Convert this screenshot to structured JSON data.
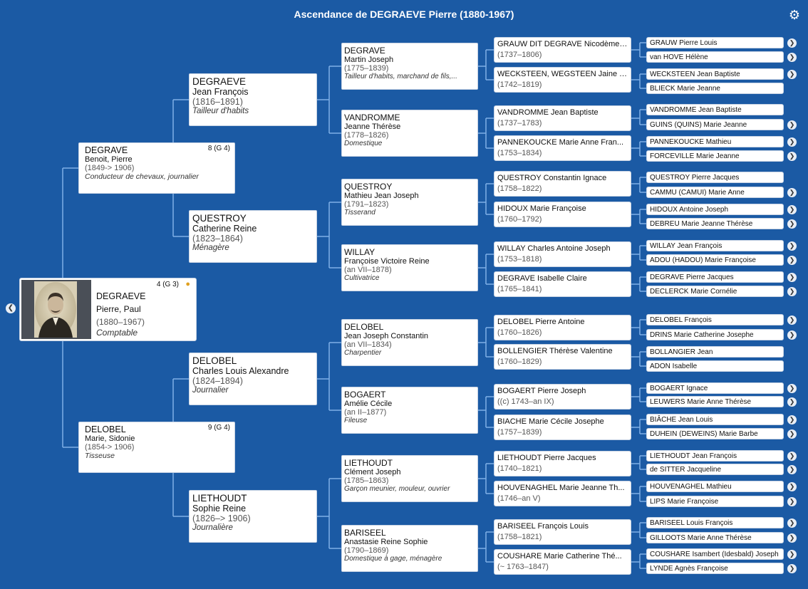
{
  "title": "Ascendance de DEGRAEVE Pierre (1880-1967)",
  "icons": {
    "settings": "gear-icon",
    "back": "chevron-left-icon",
    "expand": "chevron-right-icon",
    "photo_badge": "person-icon"
  },
  "colors": {
    "background": "#1b5aa4",
    "box": "#ffffff",
    "line": "#7fb0e6"
  },
  "root": {
    "number": "4 (G 3)",
    "surname": "DEGRAEVE",
    "given": "Pierre, Paul",
    "dates": "(1880–1967)",
    "occupation": "Comptable"
  },
  "gen1": [
    {
      "number": "8 (G 4)",
      "surname": "DEGRAVE",
      "given": "Benoit, Pierre",
      "dates": "(1849-> 1906)",
      "occupation": "Conducteur de chevaux, journalier"
    },
    {
      "number": "9 (G 4)",
      "surname": "DELOBEL",
      "given": "Marie, Sidonie",
      "dates": "(1854-> 1906)",
      "occupation": "Tisseuse"
    }
  ],
  "gen2": [
    {
      "surname": "DEGRAEVE",
      "given": "Jean François",
      "dates": "(1816–1891)",
      "occupation": "Tailleur d'habits"
    },
    {
      "surname": "QUESTROY",
      "given": "Catherine Reine",
      "dates": "(1823–1864)",
      "occupation": "Ménagère"
    },
    {
      "surname": "DELOBEL",
      "given": "Charles Louis Alexandre",
      "dates": "(1824–1894)",
      "occupation": "Journalier"
    },
    {
      "surname": "LIETHOUDT",
      "given": "Sophie Reine",
      "dates": "(1826–> 1906)",
      "occupation": "Journalière"
    }
  ],
  "gen3": [
    {
      "surname": "DEGRAVE",
      "given": "Martin Joseph",
      "dates": "(1775–1839)",
      "occupation": "Tailleur d'habits, marchand de fils,..."
    },
    {
      "surname": "VANDROMME",
      "given": "Jeanne Thérèse",
      "dates": "(1778–1826)",
      "occupation": "Domestique"
    },
    {
      "surname": "QUESTROY",
      "given": "Mathieu Jean Joseph",
      "dates": "(1791–1823)",
      "occupation": "Tisserand"
    },
    {
      "surname": "WILLAY",
      "given": "Françoise Victoire Reine",
      "dates": "(an VII–1878)",
      "occupation": "Cultivatrice"
    },
    {
      "surname": "DELOBEL",
      "given": "Jean Joseph Constantin",
      "dates": "(an VII–1834)",
      "occupation": "Charpentier"
    },
    {
      "surname": "BOGAERT",
      "given": "Amélie Cécile",
      "dates": "(an II–1877)",
      "occupation": "Fileuse"
    },
    {
      "surname": "LIETHOUDT",
      "given": "Clément Joseph",
      "dates": "(1785–1863)",
      "occupation": "Garçon meunier, mouleur, ouvrier"
    },
    {
      "surname": "BARISEEL",
      "given": "Anastasie Reine Sophie",
      "dates": "(1790–1869)",
      "occupation": "Domestique à gage, ménagère"
    }
  ],
  "gen4": [
    {
      "name": "GRAUW DIT DEGRAVE Nicodème ...",
      "dates": "(1737–1806)"
    },
    {
      "name": "WECKSTEEN, WEGSTEEN Jaine Th...",
      "dates": "(1742–1819)"
    },
    {
      "name": "VANDROMME Jean Baptiste",
      "dates": "(1737–1783)"
    },
    {
      "name": "PANNEKOUCKE Marie Anne Fran...",
      "dates": "(1753–1834)"
    },
    {
      "name": "QUESTROY Constantin Ignace",
      "dates": "(1758–1822)"
    },
    {
      "name": "HIDOUX Marie Françoise",
      "dates": "(1760–1792)"
    },
    {
      "name": "WILLAY Charles Antoine Joseph",
      "dates": "(1753–1818)"
    },
    {
      "name": "DEGRAVE Isabelle Claire",
      "dates": "(1765–1841)"
    },
    {
      "name": "DELOBEL Pierre Antoine",
      "dates": "(1760–1826)"
    },
    {
      "name": "BOLLENGIER Thérèse Valentine",
      "dates": "(1760–1829)"
    },
    {
      "name": "BOGAERT Pierre Joseph",
      "dates": "((c) 1743–an IX)"
    },
    {
      "name": "BIACHE Marie Cécile Josephe",
      "dates": "(1757–1839)"
    },
    {
      "name": "LIETHOUDT Pierre Jacques",
      "dates": "(1740–1821)"
    },
    {
      "name": "HOUVENAGHEL Marie Jeanne Th...",
      "dates": "(1746–an V)"
    },
    {
      "name": "BARISEEL François Louis",
      "dates": "(1758–1821)"
    },
    {
      "name": "COUSHARE Marie Catherine Thé...",
      "dates": "(~ 1763–1847)"
    }
  ],
  "gen5": [
    {
      "name": "GRAUW Pierre Louis",
      "expand": true
    },
    {
      "name": "van HOVE Hélène",
      "expand": true
    },
    {
      "name": "WECKSTEEN Jean Baptiste",
      "expand": true
    },
    {
      "name": "BLIECK Marie Jeanne",
      "expand": false
    },
    {
      "name": "VANDROMME Jean Baptiste",
      "expand": false
    },
    {
      "name": "GUINS (QUINS) Marie Jeanne",
      "expand": true
    },
    {
      "name": "PANNEKOUCKE Mathieu",
      "expand": true
    },
    {
      "name": "FORCEVILLE Marie Jeanne",
      "expand": true
    },
    {
      "name": "QUESTROY Pierre Jacques",
      "expand": false
    },
    {
      "name": "CAMMU (CAMUI) Marie Anne",
      "expand": true
    },
    {
      "name": "HIDOUX Antoine Joseph",
      "expand": true
    },
    {
      "name": "DEBREU Marie Jeanne Thérèse",
      "expand": true
    },
    {
      "name": "WILLAY Jean François",
      "expand": true
    },
    {
      "name": "ADOU (HADOU) Marie Françoise",
      "expand": true
    },
    {
      "name": "DEGRAVE Pierre Jacques",
      "expand": true
    },
    {
      "name": "DECLERCK Marie Cornélie",
      "expand": true
    },
    {
      "name": "DELOBEL François",
      "expand": true
    },
    {
      "name": "DRINS Marie Catherine Josephe",
      "expand": true
    },
    {
      "name": "BOLLANGIER Jean",
      "expand": false
    },
    {
      "name": "ADON Isabelle",
      "expand": false
    },
    {
      "name": "BOGAERT Ignace",
      "expand": true
    },
    {
      "name": "LEUWERS Marie Anne Thérèse",
      "expand": true
    },
    {
      "name": "BIÂCHE Jean Louis",
      "expand": true
    },
    {
      "name": "DUHEIN (DEWEINS) Marie Barbe",
      "expand": true
    },
    {
      "name": "LIETHOUDT Jean François",
      "expand": true
    },
    {
      "name": "de SITTER Jacqueline",
      "expand": true
    },
    {
      "name": "HOUVENAGHEL Mathieu",
      "expand": true
    },
    {
      "name": "LIPS Marie Françoise",
      "expand": true
    },
    {
      "name": "BARISEEL Louis François",
      "expand": true
    },
    {
      "name": "GILLOOTS Marie Anne Thérèse",
      "expand": true
    },
    {
      "name": "COUSHARE Isambert (Idesbald) Joseph",
      "expand": true
    },
    {
      "name": "LYNDE Agnès Françoise",
      "expand": true
    }
  ]
}
